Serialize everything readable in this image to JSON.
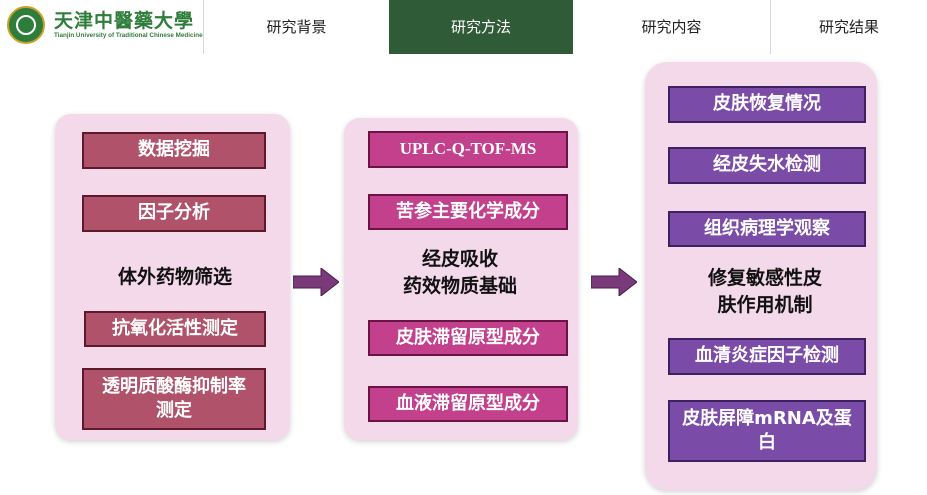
{
  "header": {
    "logo_name_cn": "天津中醫藥大學",
    "logo_name_en": "Tianjin University of Traditional Chinese Medicine",
    "tabs": [
      {
        "label": "研究背景"
      },
      {
        "label": "研究方法"
      },
      {
        "label": "研究内容"
      },
      {
        "label": "研究结果"
      }
    ],
    "active_tab": "研究方法"
  },
  "left": {
    "items": [
      "数据挖掘",
      "因子分析"
    ],
    "center_label": "体外药物筛选",
    "bottom_items": [
      "抗氧化活性测定",
      "透明质酸酶抑制率测定"
    ]
  },
  "middle": {
    "items": [
      "UPLC-Q-TOF-MS",
      "苦参主要化学成分"
    ],
    "center_label_line1": "经皮吸收",
    "center_label_line2": "药效物质基础",
    "bottom_items": [
      "皮肤滞留原型成分",
      "血液滞留原型成分"
    ]
  },
  "right": {
    "items": [
      "皮肤恢复情况",
      "经皮失水检测",
      "组织病理学观察"
    ],
    "center_label_line1": "修复敏感性皮",
    "center_label_line2": "肤作用机制",
    "bottom_items": [
      "血清炎症因子检测",
      "皮肤屏障mRNA及蛋白"
    ]
  },
  "colors": {
    "primary_green": "#2f5b37",
    "panel_pink": "#f4d9ea",
    "box_red": "#b0526a",
    "box_magenta": "#c2408c",
    "box_purple": "#7b4ba8",
    "arrow": "#7a3a7a"
  }
}
